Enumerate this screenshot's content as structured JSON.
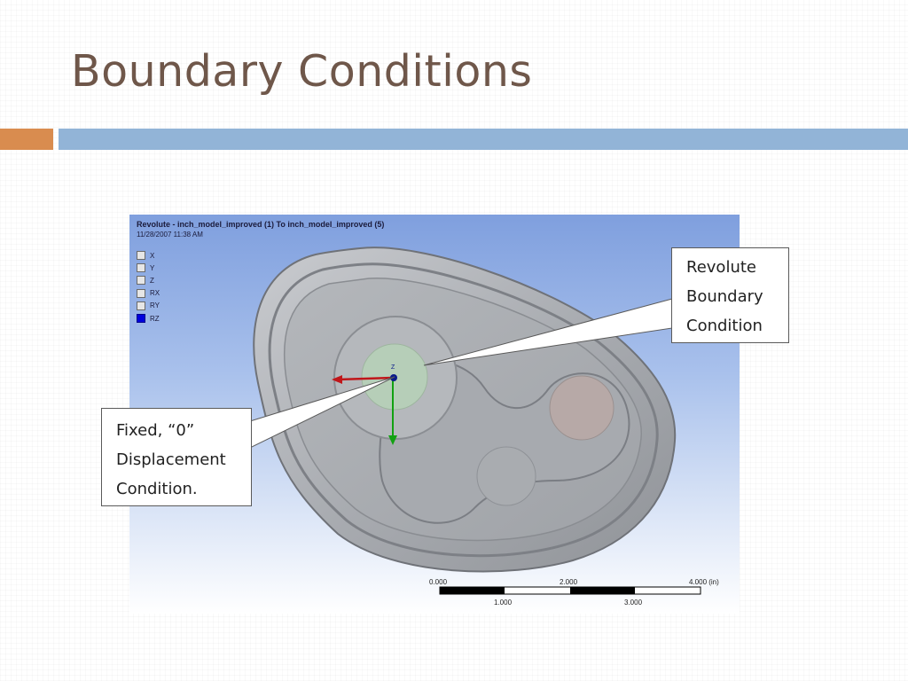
{
  "slide": {
    "title": "Boundary Conditions",
    "accent_orange": "#d98c4f",
    "accent_blue": "#92b4d7",
    "title_color": "#6f574a"
  },
  "viewport": {
    "title": "Revolute - inch_model_improved (1) To inch_model_improved (5)",
    "date": "11/28/2007 11:38 AM",
    "legend": [
      {
        "label": "X",
        "active": false
      },
      {
        "label": "Y",
        "active": false
      },
      {
        "label": "Z",
        "active": false
      },
      {
        "label": "RX",
        "active": false
      },
      {
        "label": "RY",
        "active": false
      },
      {
        "label": "RZ",
        "active": true
      }
    ],
    "triad_label": "Z",
    "scale": {
      "top_ticks": [
        "0.000",
        "2.000",
        "4.000 (in)"
      ],
      "bottom_ticks": [
        "1.000",
        "3.000"
      ]
    }
  },
  "callouts": {
    "revolute": [
      "Revolute",
      "Boundary",
      "Condition"
    ],
    "fixed": [
      "Fixed, “0”",
      "Displacement",
      "Condition."
    ]
  }
}
